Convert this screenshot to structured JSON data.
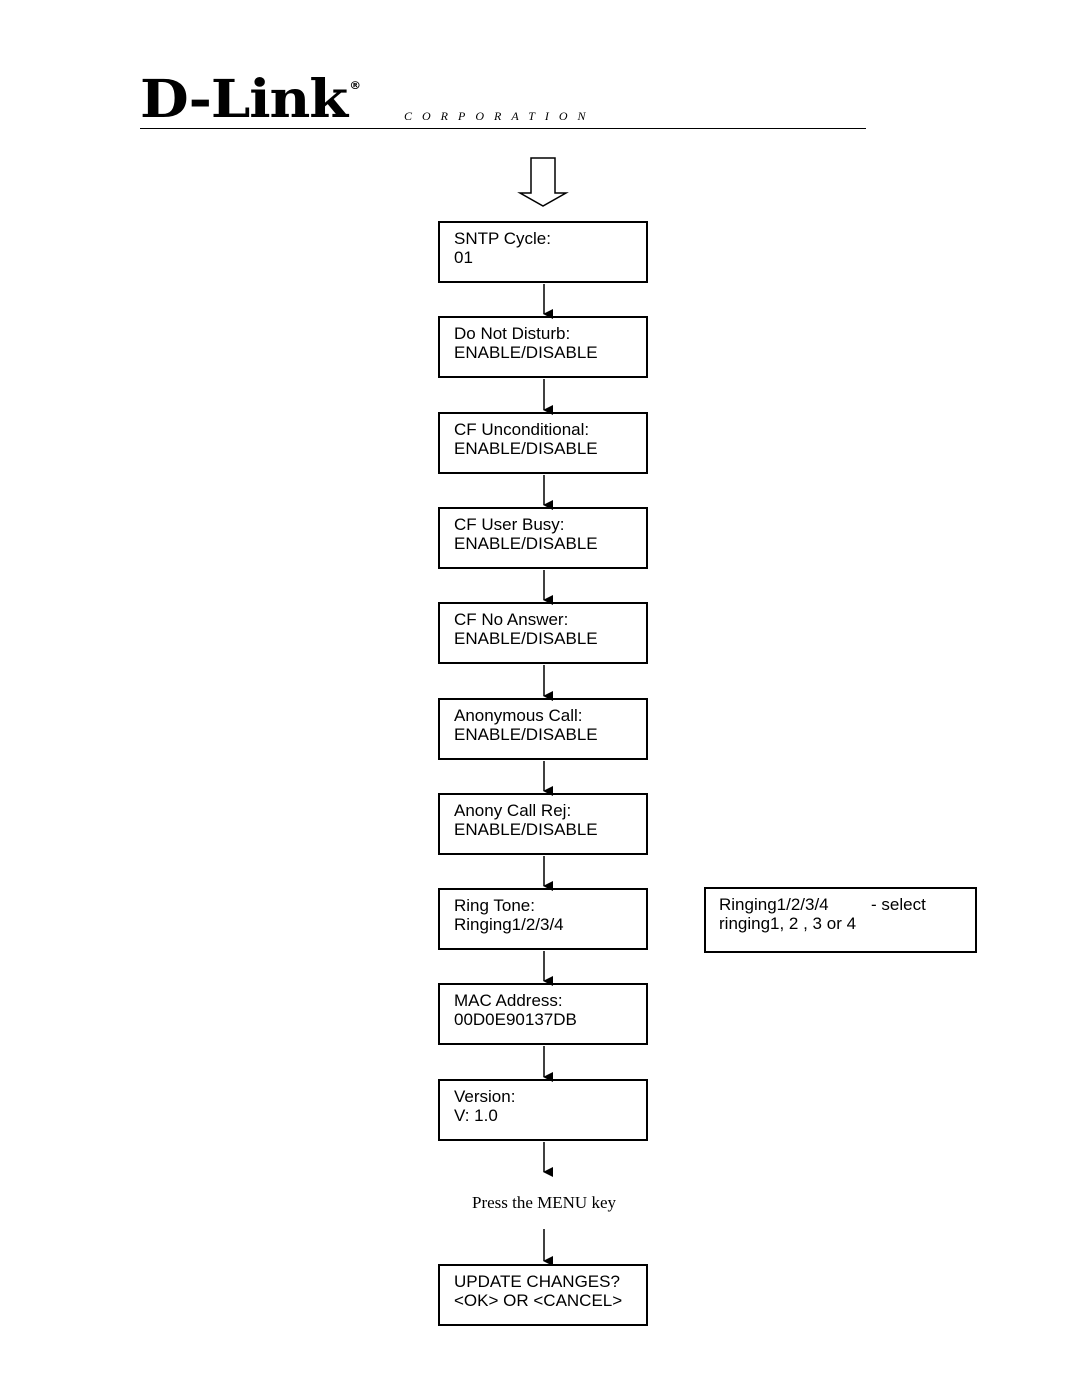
{
  "header": {
    "logo_text": "D-Link",
    "registered_mark": "®",
    "corporation_text": "CORPORATION"
  },
  "flow": [
    {
      "label": "SNTP Cycle:",
      "value": "01"
    },
    {
      "label": "Do Not Disturb:",
      "value": "ENABLE/DISABLE"
    },
    {
      "label": "CF Unconditional:",
      "value": "ENABLE/DISABLE"
    },
    {
      "label": "CF User Busy:",
      "value": "ENABLE/DISABLE"
    },
    {
      "label": "CF No Answer:",
      "value": "ENABLE/DISABLE"
    },
    {
      "label": "Anonymous Call:",
      "value": "ENABLE/DISABLE"
    },
    {
      "label": "Anony Call Rej:",
      "value": "ENABLE/DISABLE"
    },
    {
      "label": "Ring Tone:",
      "value": "Ringing1/2/3/4"
    },
    {
      "label": "MAC Address:",
      "value": "00D0E90137DB"
    },
    {
      "label": "Version:",
      "value": "V: 1.0"
    }
  ],
  "ring_note": {
    "line1_left": "Ringing1/2/3/4",
    "line1_right": "- select",
    "line2": "ringing1, 2 , 3 or 4"
  },
  "instruction": "Press the MENU key",
  "final_box": {
    "label": "UPDATE CHANGES?",
    "value": "<OK> OR <CANCEL>"
  }
}
